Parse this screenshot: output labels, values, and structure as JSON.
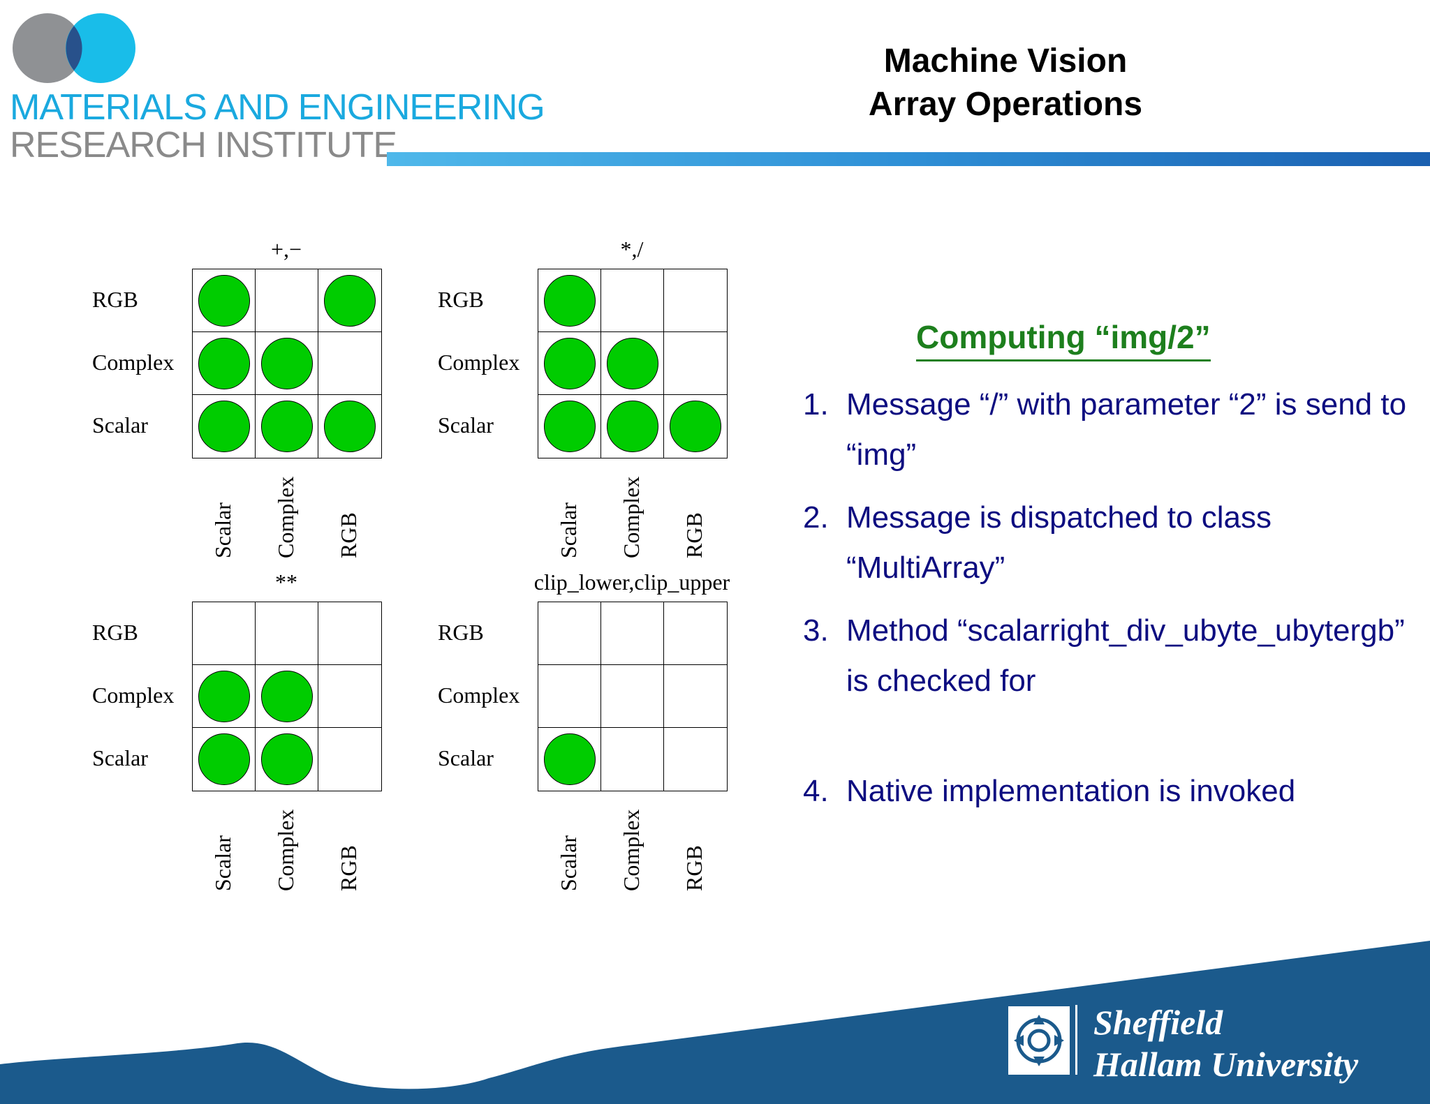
{
  "header": {
    "org_line1": "MATERIALS AND ENGINEERING",
    "org_line2": "RESEARCH INSTITUTE",
    "title_line1": "Machine Vision",
    "title_line2": "Array Operations",
    "colors": {
      "org_blue": "#1aa9df",
      "org_gray": "#8a8a8a",
      "bar": "#2e8fd6"
    }
  },
  "grids": [
    {
      "title": "+,−",
      "row_labels": [
        "RGB",
        "Complex",
        "Scalar"
      ],
      "col_labels": [
        "Scalar",
        "Complex",
        "RGB"
      ],
      "cells": [
        [
          true,
          false,
          true
        ],
        [
          true,
          true,
          false
        ],
        [
          true,
          true,
          true
        ]
      ]
    },
    {
      "title": "*,/",
      "row_labels": [
        "RGB",
        "Complex",
        "Scalar"
      ],
      "col_labels": [
        "Scalar",
        "Complex",
        "RGB"
      ],
      "cells": [
        [
          true,
          false,
          false
        ],
        [
          true,
          true,
          false
        ],
        [
          true,
          true,
          true
        ]
      ]
    },
    {
      "title": "**",
      "row_labels": [
        "RGB",
        "Complex",
        "Scalar"
      ],
      "col_labels": [
        "Scalar",
        "Complex",
        "RGB"
      ],
      "cells": [
        [
          false,
          false,
          false
        ],
        [
          true,
          true,
          false
        ],
        [
          true,
          true,
          false
        ]
      ]
    },
    {
      "title": "clip_lower,clip_upper",
      "row_labels": [
        "RGB",
        "Complex",
        "Scalar"
      ],
      "col_labels": [
        "Scalar",
        "Complex",
        "RGB"
      ],
      "cells": [
        [
          false,
          false,
          false
        ],
        [
          false,
          false,
          false
        ],
        [
          true,
          false,
          false
        ]
      ]
    }
  ],
  "content": {
    "subtitle": "Computing “img/2”",
    "steps": [
      {
        "num": "1.",
        "text": "Message “/” with parameter “2” is send to “img”"
      },
      {
        "num": "2.",
        "text": "Message is dispatched to class “MultiArray”"
      },
      {
        "num": "3.",
        "text": "Method “scalarright_div_ubyte_ubytergb” is checked for"
      },
      {
        "num": "4.",
        "text": "Native implementation is invoked"
      }
    ],
    "colors": {
      "subtitle": "#1d7f1d",
      "steps": "#0d0d80",
      "dot": "#00cc00"
    }
  },
  "footer": {
    "univ_line1": "Sheffield",
    "univ_line2": "Hallam University",
    "colors": {
      "band": "#1b5a8c"
    }
  }
}
